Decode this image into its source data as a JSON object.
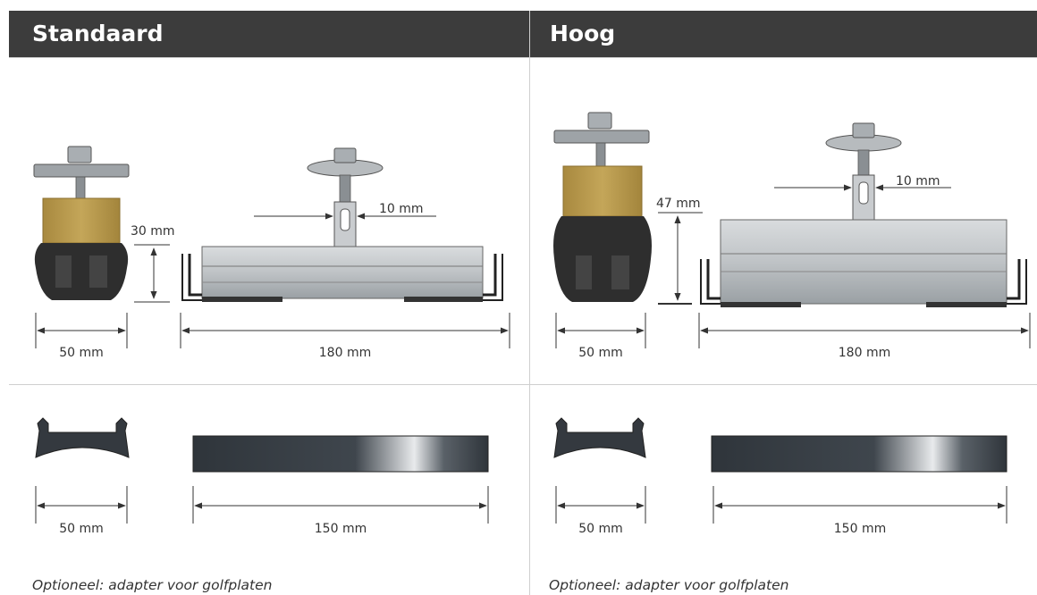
{
  "panels": [
    {
      "title": "Standaard",
      "height_label": "30 mm",
      "slot_label": "10 mm",
      "width_label": "50 mm",
      "length_label": "180 mm",
      "adapter_width_label": "50 mm",
      "adapter_length_label": "150 mm",
      "note": "Optioneel: adapter voor golfplaten"
    },
    {
      "title": "Hoog",
      "height_label": "47 mm",
      "slot_label": "10 mm",
      "width_label": "50 mm",
      "length_label": "180 mm",
      "adapter_width_label": "50 mm",
      "adapter_length_label": "150 mm",
      "note": "Optioneel: adapter voor golfplaten"
    }
  ],
  "colors": {
    "header_bg": "#3c3c3c",
    "header_text": "#ffffff",
    "divider": "#cfcfcf",
    "foam_block": "#b89a4e",
    "rubber_base": "#2e2e2e",
    "aluminium": "#bfc3c6",
    "adapter_strip": "#34393f"
  }
}
